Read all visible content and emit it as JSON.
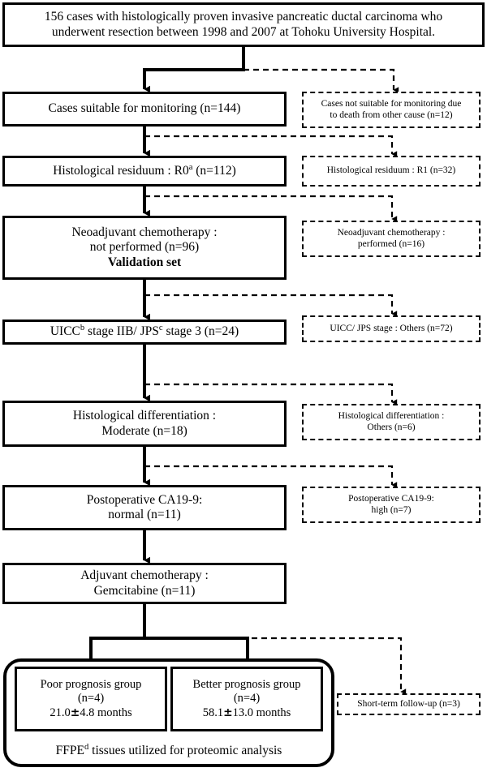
{
  "diagram": {
    "title": "Patient selection flowchart for pancreatic ductal carcinoma proteomic analysis",
    "colors": {
      "stroke": "#000000",
      "background": "#ffffff",
      "text": "#000000"
    }
  },
  "nodes": {
    "cohort": {
      "line1": "156 cases with histologically proven invasive pancreatic ductal carcinoma   who",
      "line2": "underwent resection between 1998 and 2007 at Tohoku University Hospital."
    },
    "monitoring": {
      "line1": "Cases suitable for monitoring (n=144)"
    },
    "monitoring_excluded": {
      "line1": "Cases not suitable for monitoring due",
      "line2": "to death from other cause (n=12)"
    },
    "residuum_r0": {
      "prefix": "Histological residuum : R0",
      "sup": "a",
      "suffix": " (n=112)"
    },
    "residuum_r1": {
      "line1": "Histological residuum : R1 (n=32)"
    },
    "neoadjuvant_not": {
      "line1": "Neoadjuvant chemotherapy :",
      "line2": "not performed (n=96)",
      "line3": "Validation set"
    },
    "neoadjuvant_yes": {
      "line1": "Neoadjuvant chemotherapy :",
      "line2": "performed (n=16)"
    },
    "stage_included": {
      "part1": "UICC",
      "sup1": "b",
      "part2": " stage IIB/ JPS",
      "sup2": "c",
      "part3": " stage 3  (n=24)"
    },
    "stage_others": {
      "line1": "UICC/ JPS stage : Others (n=72)"
    },
    "differentiation_moderate": {
      "line1": "Histological differentiation :",
      "line2": "Moderate (n=18)"
    },
    "differentiation_others": {
      "line1": "Histological differentiation :",
      "line2": "Others (n=6)"
    },
    "ca199_normal": {
      "line1": "Postoperative CA19-9:",
      "line2": "normal (n=11)"
    },
    "ca199_high": {
      "line1": "Postoperative CA19-9:",
      "line2": "high (n=7)"
    },
    "adjuvant": {
      "line1": "Adjuvant chemotherapy :",
      "line2": "Gemcitabine (n=11)"
    },
    "short_term": {
      "line1": "Short-term follow-up (n=3)"
    },
    "poor_prognosis": {
      "line1": "Poor prognosis group",
      "line2": "(n=4)",
      "line3_a": "21.0",
      "line3_pm": "±",
      "line3_b": "4.8 months"
    },
    "better_prognosis": {
      "line1": "Better prognosis group",
      "line2": "(n=4)",
      "line3_a": "58.1",
      "line3_pm": "±",
      "line3_b": "13.0 months"
    },
    "ffpe": {
      "prefix": "FFPE",
      "sup": "d",
      "suffix": " tissues utilized for proteomic analysis"
    }
  }
}
